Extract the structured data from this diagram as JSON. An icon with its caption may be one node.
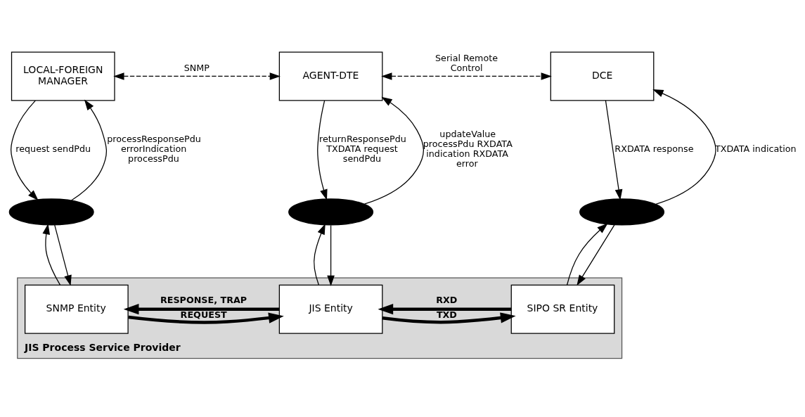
{
  "diagram": {
    "nodes": [
      {
        "text": [
          "LOCAL-FOREIGN MANAGER"
        ]
      },
      {
        "text": [
          "AGENT-DTE"
        ]
      },
      {
        "text": [
          "DCE"
        ]
      },
      {
        "text": [
          "JIS Process Service Provider"
        ]
      },
      {
        "text": [],
        "shape": "ellipse"
      },
      {
        "text": [],
        "shape": "ellipse"
      },
      {
        "text": [],
        "shape": "ellipse"
      },
      {
        "text": [
          "SNMP Entity"
        ],
        "in": 3
      },
      {
        "text": [
          "JIS Entity"
        ],
        "in": 3
      },
      {
        "text": [
          "SIPO SR Entity"
        ],
        "in": 3
      }
    ],
    "edges": [
      {
        "from": 0,
        "to": 1,
        "arrow": "both",
        "style": "dashed",
        "label": "SNMP"
      },
      {
        "from": 1,
        "to": 2,
        "arrow": "both",
        "style": "dashed",
        "label": "Serial Remote Control"
      },
      {
        "from": 0,
        "to": 4,
        "arrow": "to",
        "label": "request sendPdu"
      },
      {
        "from": 4,
        "to": 0,
        "arrow": "to",
        "label": "processResponsePdu errorIndication processPdu"
      },
      {
        "from": 1,
        "to": 5,
        "arrow": "to",
        "label": "returnResponsePdu TXDATA request sendPdu"
      },
      {
        "from": 5,
        "to": 1,
        "arrow": "to",
        "label": "updateValue processPdu RXDATA indication RXDATA error"
      },
      {
        "from": 2,
        "to": 6,
        "arrow": "to",
        "label": "RXDATA response"
      },
      {
        "from": 6,
        "to": 2,
        "arrow": "to",
        "label": "TXDATA indication"
      },
      {
        "from": 4,
        "to": 7,
        "arrow": "to"
      },
      {
        "from": 7,
        "to": 4,
        "arrow": "to"
      },
      {
        "from": 5,
        "to": 8,
        "arrow": "to"
      },
      {
        "from": 8,
        "to": 5,
        "arrow": "to"
      },
      {
        "from": 6,
        "to": 9,
        "arrow": "to"
      },
      {
        "from": 9,
        "to": 6,
        "arrow": "to"
      },
      {
        "from": 7,
        "to": 8,
        "arrow": "to",
        "style": "thick",
        "label": "REQUEST"
      },
      {
        "from": 8,
        "to": 7,
        "arrow": "to",
        "style": "thick",
        "label": "RESPONSE, TRAP"
      },
      {
        "from": 8,
        "to": 9,
        "arrow": "to",
        "style": "thick",
        "label": "TXD"
      },
      {
        "from": 9,
        "to": 8,
        "arrow": "to",
        "style": "thick",
        "label": "RXD"
      }
    ]
  }
}
